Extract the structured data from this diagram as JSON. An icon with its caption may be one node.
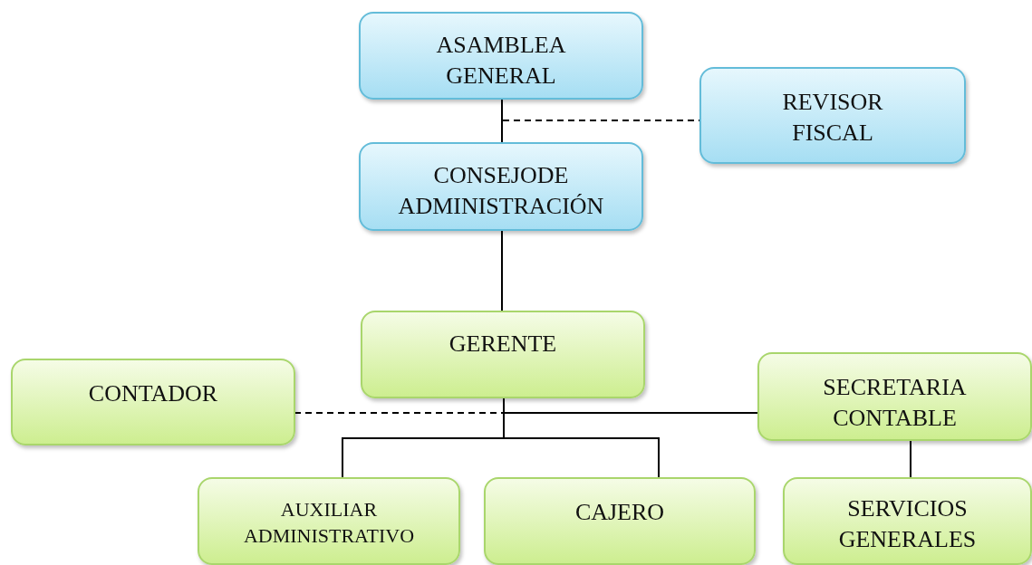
{
  "diagram": {
    "nodes": [
      {
        "text": [
          "ASAMBLEA GENERAL"
        ]
      },
      {
        "text": [
          "REVISOR FISCAL"
        ]
      },
      {
        "text": [
          "CONSEJODE ADMINISTRACIÓN"
        ]
      },
      {
        "text": [
          "GERENTE"
        ]
      },
      {
        "text": [
          "CONTADOR"
        ]
      },
      {
        "text": [
          "SECRETARIA CONTABLE"
        ]
      },
      {
        "text": [
          "AUXILIAR ADMINISTRATIVO"
        ]
      },
      {
        "text": [
          "CAJERO"
        ]
      },
      {
        "text": [
          "SERVICIOS GENERALES"
        ]
      }
    ],
    "edges": [
      {
        "from": 0,
        "to": 2,
        "arrow": "none"
      },
      {
        "from": 0,
        "to": 1,
        "arrow": "none",
        "style": "dashed"
      },
      {
        "from": 2,
        "to": 3,
        "arrow": "none"
      },
      {
        "from": 3,
        "to": 4,
        "arrow": "none",
        "style": "dashed"
      },
      {
        "from": 3,
        "to": 5,
        "arrow": "none"
      },
      {
        "from": 3,
        "to": 6,
        "arrow": "none"
      },
      {
        "from": 3,
        "to": 7,
        "arrow": "none"
      },
      {
        "from": 5,
        "to": 8,
        "arrow": "none"
      }
    ]
  }
}
